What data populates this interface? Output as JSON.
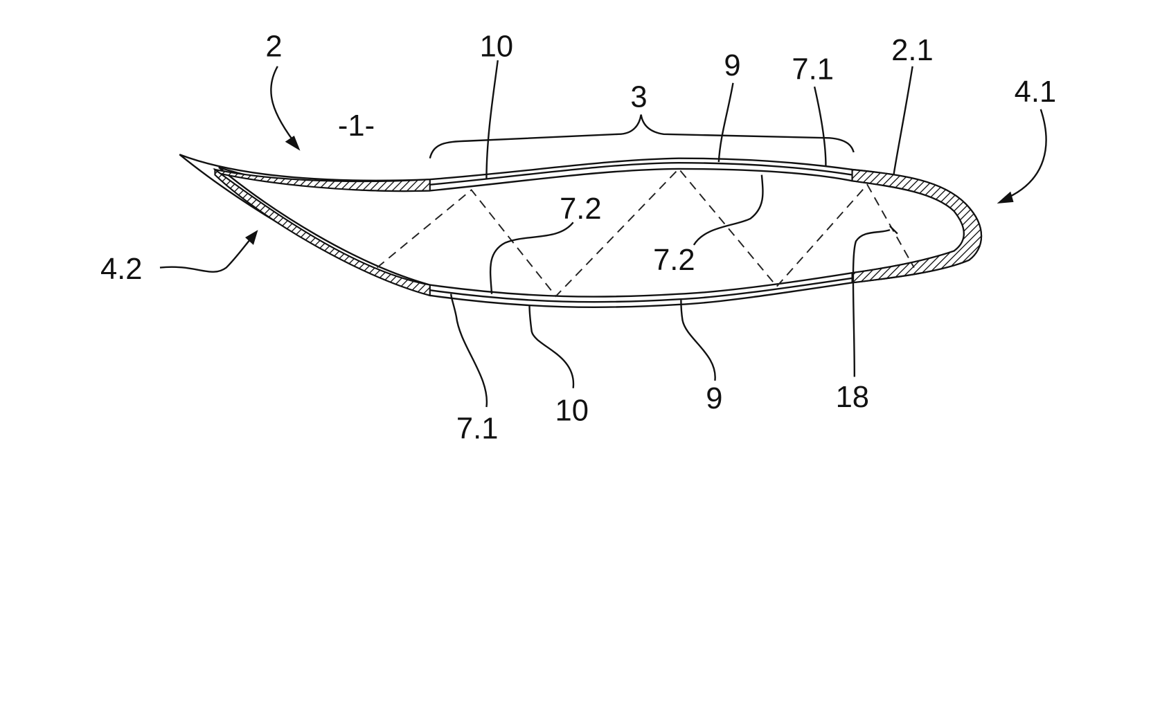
{
  "figure": {
    "labels": {
      "blade": "2",
      "figure_number": "-1-",
      "region": "3",
      "cover_upper": "10",
      "skin_upper": "9",
      "strip_upper": "7.1",
      "nose_upper": "2.1",
      "leading_edge": "4.1",
      "trailing_edge": "4.2",
      "inner_left": "7.2",
      "inner_right": "7.2",
      "strip_lower": "7.1",
      "cover_lower": "10",
      "skin_lower": "9",
      "web": "18"
    }
  }
}
